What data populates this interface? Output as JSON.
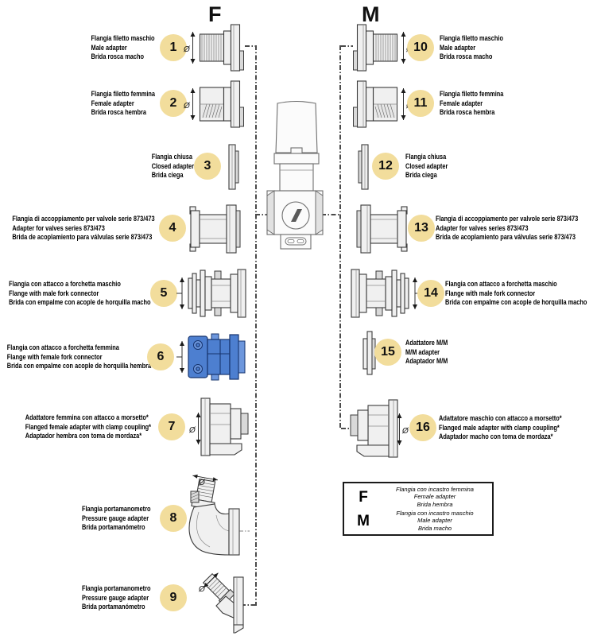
{
  "title_headers": {
    "f": "F",
    "m": "M"
  },
  "items": [
    {
      "num": "1",
      "it": "Flangia filetto maschio",
      "en": "Male adapter",
      "es": "Brida rosca macho"
    },
    {
      "num": "2",
      "it": "Flangia filetto femmina",
      "en": "Female adapter",
      "es": "Brida rosca hembra"
    },
    {
      "num": "3",
      "it": "Flangia chiusa",
      "en": "Closed adapter",
      "es": "Brida ciega"
    },
    {
      "num": "4",
      "it": "Flangia di accoppiamento per valvole serie 873/473",
      "en": "Adapter for valves series 873/473",
      "es": "Brida de acoplamiento para válvulas serie 873/473"
    },
    {
      "num": "5",
      "it": "Flangia con attacco a forchetta maschio",
      "en": "Flange with male fork connector",
      "es": "Brida con empalme con acople de horquilla macho"
    },
    {
      "num": "6",
      "it": "Flangia con attacco a forchetta femmina",
      "en": "Flange with female fork connector",
      "es": "Brida con empalme con acople de horquilla hembra"
    },
    {
      "num": "7",
      "it": "Adattatore femmina con attacco a morsetto*",
      "en": "Flanged female adapter with clamp coupling*",
      "es": "Adaptador hembra con toma de mordaza*"
    },
    {
      "num": "8",
      "it": "Flangia portamanometro",
      "en": "Pressure gauge adapter",
      "es": "Brida portamanómetro"
    },
    {
      "num": "9",
      "it": "Flangia portamanometro",
      "en": "Pressure gauge adapter",
      "es": "Brida portamanómetro"
    },
    {
      "num": "10",
      "it": "Flangia filetto maschio",
      "en": "Male adapter",
      "es": "Brida rosca macho"
    },
    {
      "num": "11",
      "it": "Flangia filetto femmina",
      "en": "Female adapter",
      "es": "Brida rosca hembra"
    },
    {
      "num": "12",
      "it": "Flangia chiusa",
      "en": "Closed adapter",
      "es": "Brida ciega"
    },
    {
      "num": "13",
      "it": "Flangia di accoppiamento per valvole serie 873/473",
      "en": "Adapter for valves series 873/473",
      "es": "Brida de acoplamiento para válvulas serie 873/473"
    },
    {
      "num": "14",
      "it": "Flangia con attacco a forchetta maschio",
      "en": "Flange with male fork connector",
      "es": "Brida con empalme con acople de horquilla macho"
    },
    {
      "num": "15",
      "it": "Adattatore M/M",
      "en": "M/M adapter",
      "es": "Adaptador M/M"
    },
    {
      "num": "16",
      "it": "Adattatore maschio con attacco a morsetto*",
      "en": "Flanged male adapter with clamp coupling*",
      "es": "Adaptador macho con toma de mordaza*"
    }
  ],
  "legend": {
    "rows": [
      {
        "key": "F",
        "it": "Flangia con incastro femmina",
        "en": "Female adapter",
        "es": "Brida hembra"
      },
      {
        "key": "M",
        "it": "Flangia con incastro maschio",
        "en": "Male adapter",
        "es": "Brida macho"
      }
    ]
  },
  "symbols": {
    "diameter": "Ø"
  },
  "colors": {
    "badge_bg": "#f2dd9c",
    "highlight_part_blue": "#4d7fd0",
    "drawing_outline": "#3a3a3a",
    "connector_line": "#4a4a4a"
  }
}
